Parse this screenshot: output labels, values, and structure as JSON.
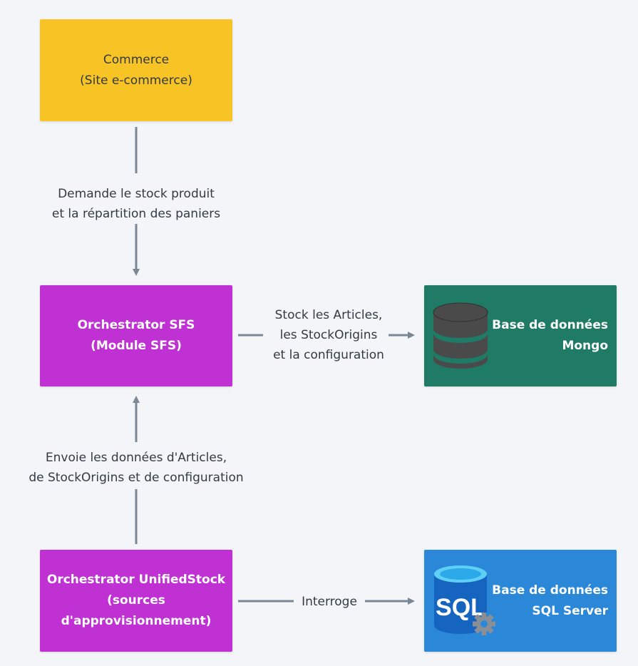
{
  "nodes": {
    "commerce": {
      "line1": "Commerce",
      "line2": "(Site e-commerce)",
      "color": "#f8c425"
    },
    "sfs": {
      "line1": "Orchestrator SFS",
      "line2": "(Module SFS)",
      "color": "#bf31d3"
    },
    "unified": {
      "line1": "Orchestrator UnifiedStock",
      "line2": "(sources",
      "line3": "d'approvisionnement)",
      "color": "#bf31d3"
    },
    "mongo": {
      "line1": "Base de données",
      "line2": "Mongo",
      "icon": "database-icon",
      "color": "#1f7a66"
    },
    "sql": {
      "line1": "Base de données",
      "line2": "SQL Server",
      "icon": "sql-server-icon",
      "color": "#2b87d8"
    }
  },
  "edges": {
    "commerce_to_sfs": {
      "line1": "Demande le stock produit",
      "line2": "et la répartition des paniers"
    },
    "sfs_to_mongo": {
      "line1": "Stock les Articles,",
      "line2": "les StockOrigins",
      "line3": "et la configuration"
    },
    "unified_to_sfs": {
      "line1": "Envoie les données d'Articles,",
      "line2": "de StockOrigins et de configuration"
    },
    "unified_to_sql": {
      "line1": "Interroge"
    }
  },
  "colors": {
    "background": "#f3f5f8",
    "connector": "#7a8794",
    "text": "#333a45"
  }
}
